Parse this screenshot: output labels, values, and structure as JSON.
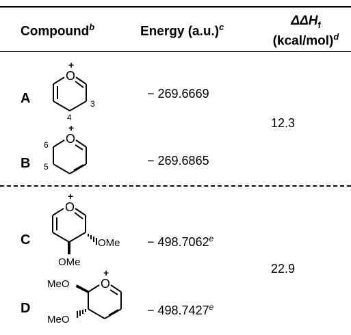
{
  "header": {
    "compound": "Compound",
    "compound_sup": "b",
    "energy": "Energy (a.u.)",
    "energy_sup": "c",
    "ddh_line1": "ΔΔH",
    "ddh_sub": "f",
    "ddh_line2": "(kcal/mol)",
    "ddh_sup": "d"
  },
  "rows": [
    {
      "label": "A",
      "energy": "− 269.6669",
      "energy_sup": "",
      "atoms": [
        "3",
        "4"
      ]
    },
    {
      "label": "B",
      "energy": "− 269.6865",
      "energy_sup": "",
      "atoms": [
        "6",
        "5"
      ]
    },
    {
      "label": "C",
      "energy": "− 498.7062",
      "energy_sup": "e",
      "subst": [
        "OMe",
        "OMe"
      ]
    },
    {
      "label": "D",
      "energy": "− 498.7427",
      "energy_sup": "e",
      "subst": [
        "MeO",
        "MeO"
      ]
    }
  ],
  "ddh_values": [
    "12.3",
    "22.9"
  ],
  "plus_sign": "+",
  "oxygen": "O"
}
